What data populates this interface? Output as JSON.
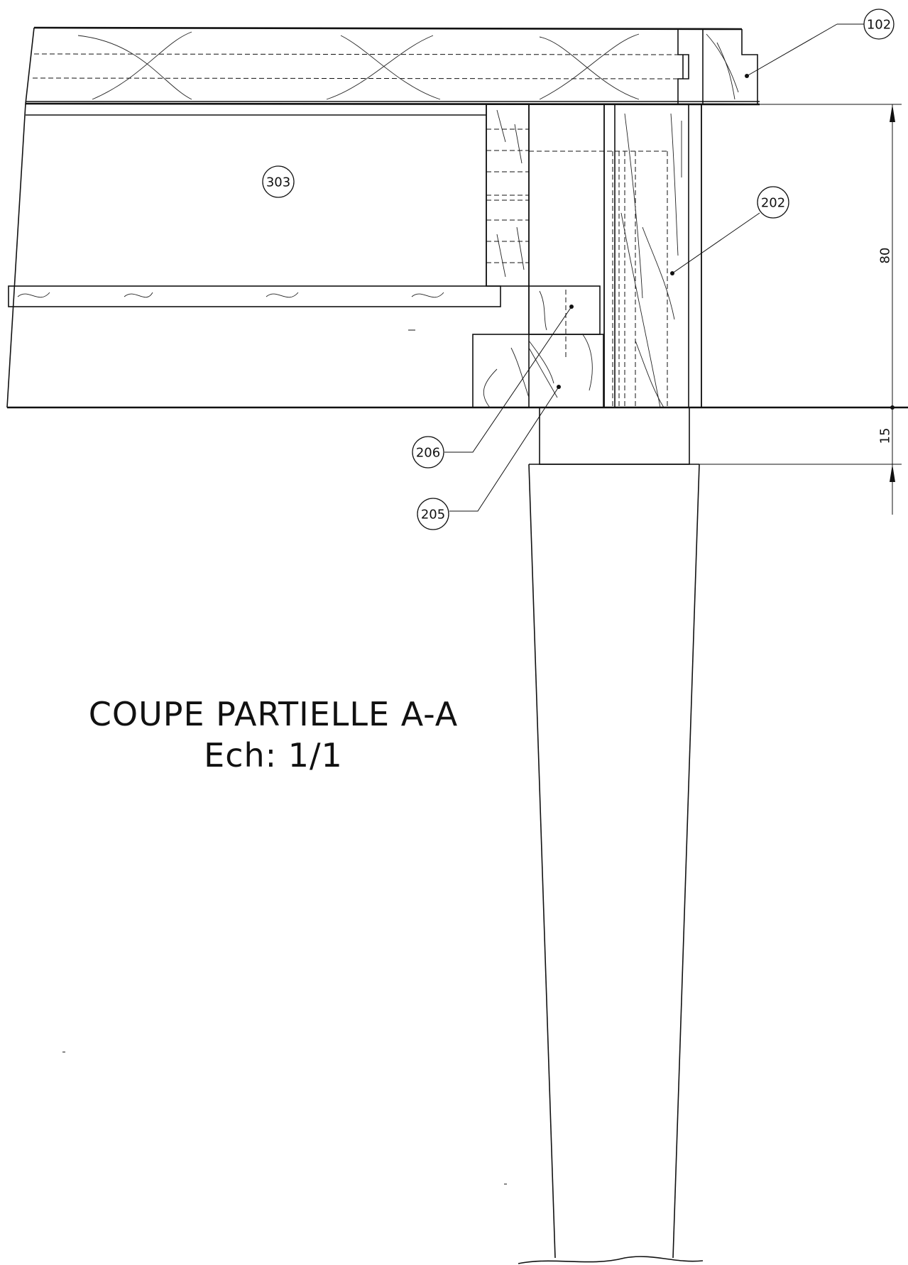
{
  "title": "COUPE PARTIELLE A-A",
  "scale": "Ech: 1/1",
  "part_labels": [
    "102",
    "202",
    "303",
    "206",
    "205"
  ],
  "dimensions": [
    "80",
    "15"
  ]
}
